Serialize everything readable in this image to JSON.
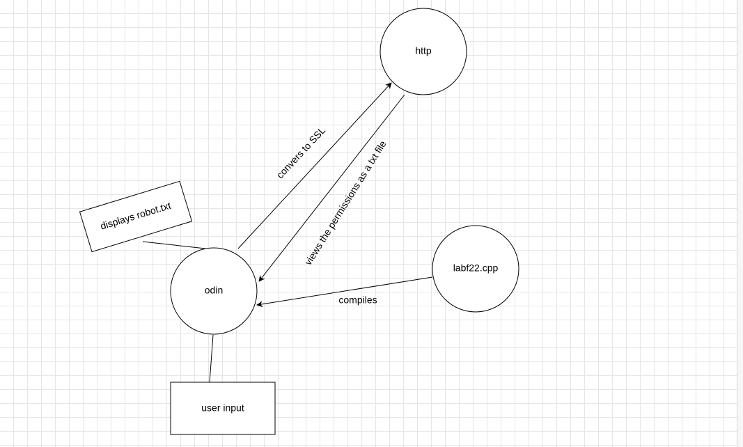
{
  "diagram": {
    "nodes": {
      "http": {
        "label": "http",
        "shape": "circle"
      },
      "odin": {
        "label": "odin",
        "shape": "circle"
      },
      "labf22": {
        "label": "labf22.cpp",
        "shape": "circle"
      },
      "robot": {
        "label": "displays robot.txt",
        "shape": "rectangle"
      },
      "user_input": {
        "label": "user input",
        "shape": "rectangle"
      }
    },
    "edges": [
      {
        "from": "odin",
        "to": "http",
        "label": "convers to SSL",
        "arrow": true
      },
      {
        "from": "http",
        "to": "odin",
        "label": "views the permissions as a txt file",
        "arrow": true
      },
      {
        "from": "labf22",
        "to": "odin",
        "label": "compiles",
        "arrow": true
      },
      {
        "from": "robot",
        "to": "odin",
        "label": "",
        "arrow": false
      },
      {
        "from": "odin",
        "to": "user_input",
        "label": "",
        "arrow": false
      }
    ]
  },
  "colors": {
    "stroke": "#000000",
    "fill": "#ffffff",
    "grid": "#e6e6e6"
  }
}
